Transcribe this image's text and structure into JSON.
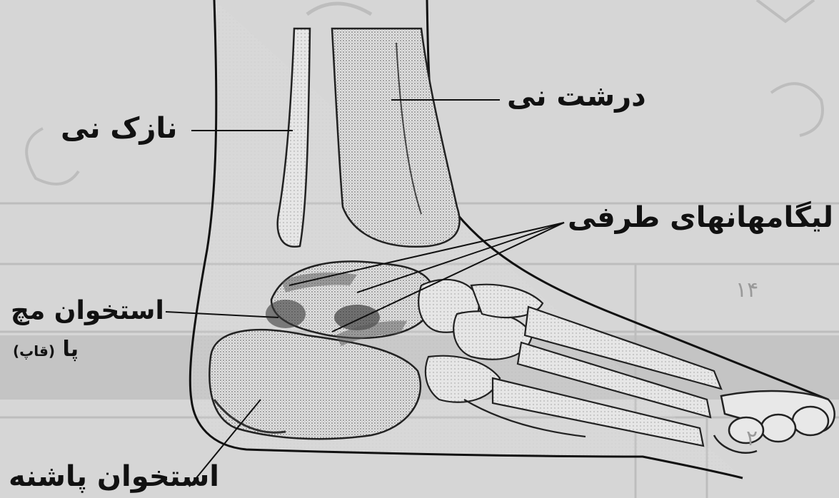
{
  "labels": {
    "tibia": "درشت نی",
    "fibula": "نازک نی",
    "lateral_ligaments": "لیگامهانهای طرفی",
    "talus_line1": "استخوان مچ",
    "talus_line2": "پا",
    "talus_paren": "(قاپ)",
    "calcaneus": "استخوان پاشنه"
  },
  "background_text": {
    "page_number": "۱۴",
    "page_number_2": "۲"
  },
  "colors": {
    "background": "#d6d6d6",
    "ink": "#111111",
    "shade": "#8a8a8a"
  }
}
